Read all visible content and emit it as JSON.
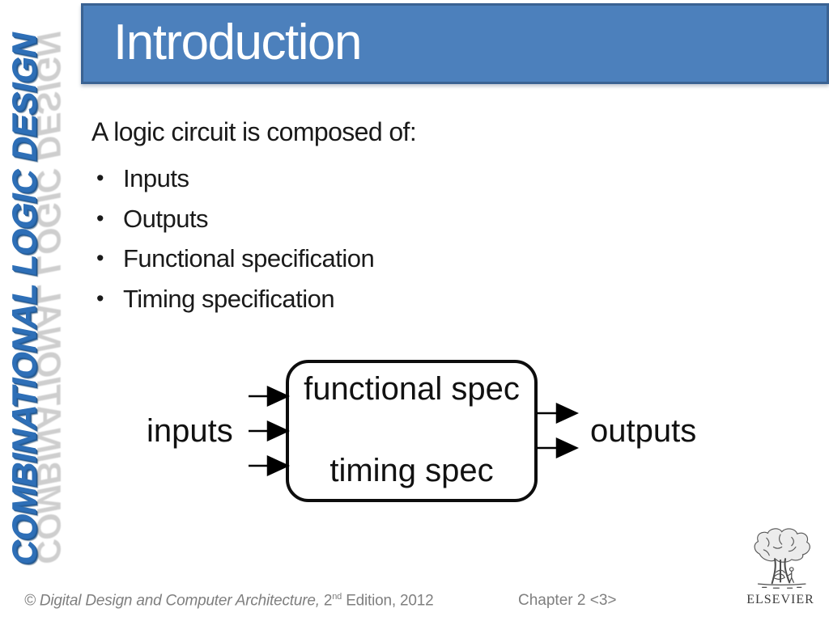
{
  "sidebar": {
    "vertical_text": "COMBINATIONAL LOGIC DESIGN"
  },
  "header": {
    "title": "Introduction"
  },
  "body": {
    "intro": "A logic circuit is composed of:",
    "bullet_char": "•",
    "bullets": [
      "Inputs",
      "Outputs",
      "Functional specification",
      "Timing specification"
    ]
  },
  "diagram": {
    "box_label_top": "functional spec",
    "box_label_bottom": "timing spec",
    "inputs_label": "inputs",
    "outputs_label": "outputs",
    "input_arrow_count": 3,
    "output_arrow_count": 2
  },
  "footer": {
    "copyright_italic": "© Digital Design and Computer Architecture,",
    "edition_number": " 2",
    "edition_superscript": "nd",
    "edition_tail": " Edition, 2012",
    "chapter": "Chapter 2 <3>"
  },
  "logo": {
    "wordmark": "ELSEVIER"
  },
  "colors": {
    "header_fill": "#4C80BC",
    "header_border": "#3A6292",
    "sidebar_blue": "#2E6FB7",
    "sidebar_ghost": "#C9C9C9",
    "body_text": "#1A1A1A",
    "footer_gray": "#7F7F7F"
  }
}
